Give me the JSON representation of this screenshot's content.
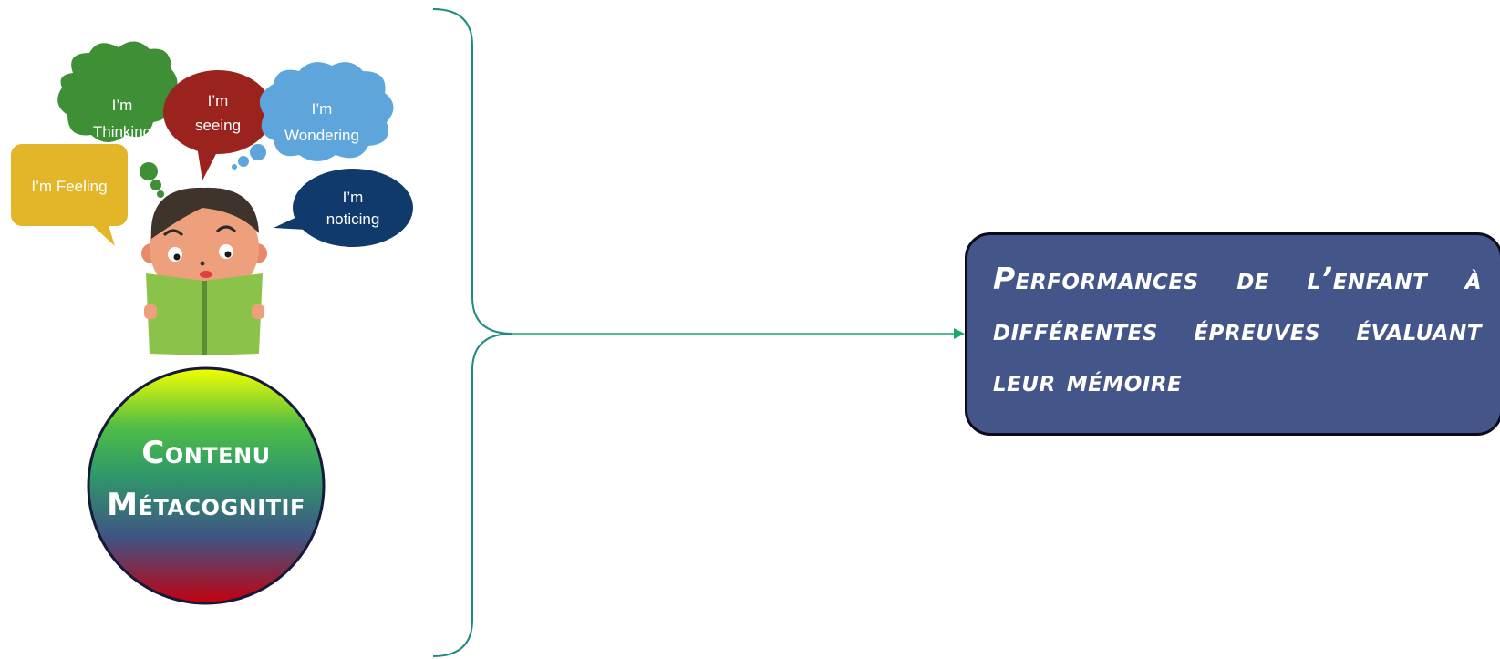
{
  "illustration": {
    "bubbles": {
      "thinking": [
        "I’m",
        "Thinking"
      ],
      "seeing": [
        "I’m",
        "seeing"
      ],
      "wondering": [
        "I’m",
        "Wondering"
      ],
      "feeling": [
        "I’m Feeling"
      ],
      "noticing": [
        "I’m",
        "noticing"
      ]
    }
  },
  "main_node": {
    "line1": "Contenu",
    "line2": "Métacognitif"
  },
  "result_node": {
    "text": "Performances de l’enfant à différentes épreuves évaluant leur mémoire"
  },
  "colors": {
    "bracket": "#1f8a80",
    "arrow": "#1aa86a",
    "result_fill": "#44558a",
    "thinking": "#3e8f36",
    "seeing": "#9b231e",
    "wondering": "#5ea5dc",
    "feeling": "#e3b528",
    "noticing": "#0f3a6b"
  }
}
